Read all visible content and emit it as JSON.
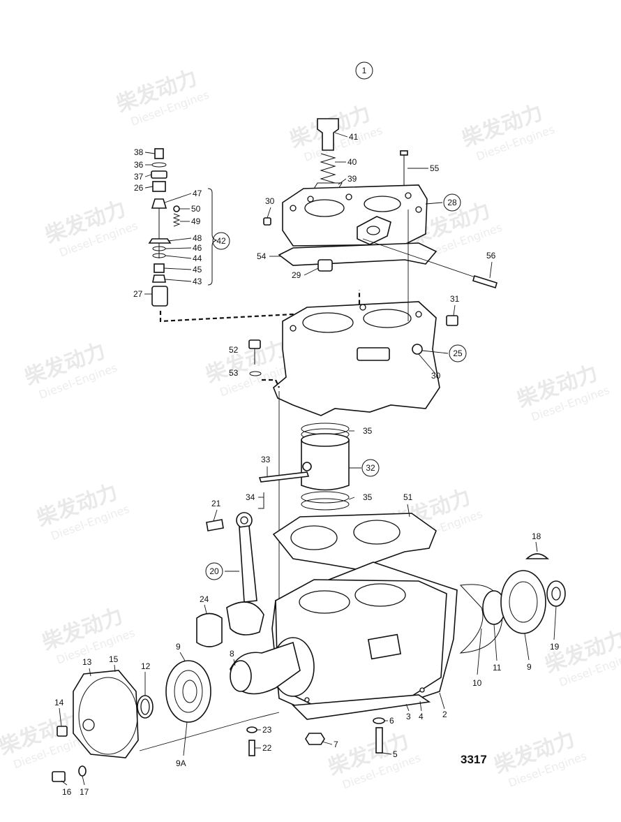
{
  "figure_number": "3317",
  "view_marker": "1",
  "watermark": {
    "cn": "柴发动力",
    "en": "Diesel-Engines"
  },
  "callouts": {
    "c1": "38",
    "c2": "36",
    "c3": "37",
    "c4": "26",
    "c5": "47",
    "c6": "50",
    "c7": "49",
    "c8": "48",
    "c9": "46",
    "c10": "44",
    "c11": "45",
    "c12": "43",
    "c13": "27",
    "c14": "42",
    "c15": "41",
    "c16": "40",
    "c17": "39",
    "c18": "55",
    "c19": "28",
    "c20": "30",
    "c21": "54",
    "c22": "29",
    "c23": "56",
    "c24": "31",
    "c25": "25",
    "c26": "30",
    "c27": "52",
    "c28": "53",
    "c29": "35",
    "c30": "32",
    "c31": "33",
    "c32": "34",
    "c33": "35",
    "c34": "51",
    "c35": "21",
    "c36": "20",
    "c37": "24",
    "c38": "9",
    "c39": "8",
    "c40": "13",
    "c41": "15",
    "c42": "12",
    "c43": "14",
    "c44": "9A",
    "c45": "23",
    "c46": "22",
    "c47": "16",
    "c48": "17",
    "c49": "7",
    "c50": "6",
    "c51": "5",
    "c52": "3",
    "c53": "4",
    "c54": "2",
    "c55": "10",
    "c56": "11",
    "c57": "9",
    "c58": "19",
    "c59": "18"
  }
}
